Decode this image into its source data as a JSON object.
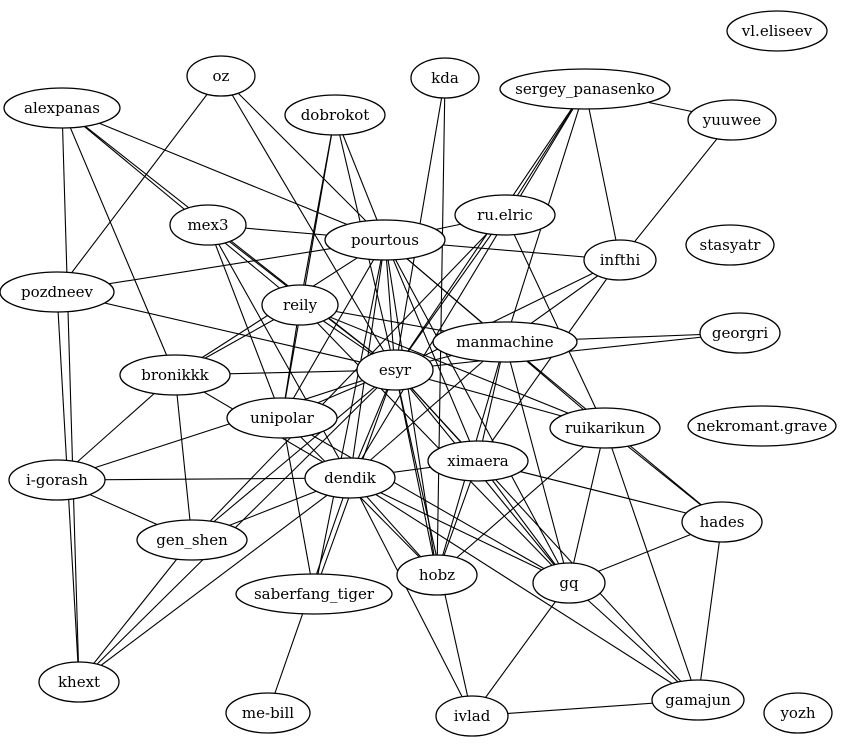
{
  "graph": {
    "nodes": [
      {
        "id": "vl.eliseev",
        "label": "vl.eliseev"
      },
      {
        "id": "oz",
        "label": "oz"
      },
      {
        "id": "kda",
        "label": "kda"
      },
      {
        "id": "sergey_panasenko",
        "label": "sergey_panasenko"
      },
      {
        "id": "alexpanas",
        "label": "alexpanas"
      },
      {
        "id": "dobrokot",
        "label": "dobrokot"
      },
      {
        "id": "yuuwee",
        "label": "yuuwee"
      },
      {
        "id": "ru.elric",
        "label": "ru.elric"
      },
      {
        "id": "mex3",
        "label": "mex3"
      },
      {
        "id": "pourtous",
        "label": "pourtous"
      },
      {
        "id": "stasyatr",
        "label": "stasyatr"
      },
      {
        "id": "infthi",
        "label": "infthi"
      },
      {
        "id": "pozdneev",
        "label": "pozdneev"
      },
      {
        "id": "reily",
        "label": "reily"
      },
      {
        "id": "georgri",
        "label": "georgri"
      },
      {
        "id": "manmachine",
        "label": "manmachine"
      },
      {
        "id": "bronikkk",
        "label": "bronikkk"
      },
      {
        "id": "esyr",
        "label": "esyr"
      },
      {
        "id": "unipolar",
        "label": "unipolar"
      },
      {
        "id": "ruikarikun",
        "label": "ruikarikun"
      },
      {
        "id": "nekromant.grave",
        "label": "nekromant.grave"
      },
      {
        "id": "i-gorash",
        "label": "i-gorash"
      },
      {
        "id": "dendik",
        "label": "dendik"
      },
      {
        "id": "ximaera",
        "label": "ximaera"
      },
      {
        "id": "hades",
        "label": "hades"
      },
      {
        "id": "gen_shen",
        "label": "gen_shen"
      },
      {
        "id": "hobz",
        "label": "hobz"
      },
      {
        "id": "gq",
        "label": "gq"
      },
      {
        "id": "saberfang_tiger",
        "label": "saberfang_tiger"
      },
      {
        "id": "khext",
        "label": "khext"
      },
      {
        "id": "gamajun",
        "label": "gamajun"
      },
      {
        "id": "me-bill",
        "label": "me-bill"
      },
      {
        "id": "ivlad",
        "label": "ivlad"
      },
      {
        "id": "yozh",
        "label": "yozh"
      }
    ],
    "edges": [
      [
        "oz",
        "pourtous"
      ],
      [
        "oz",
        "esyr"
      ],
      [
        "oz",
        "pozdneev"
      ],
      [
        "alexpanas",
        "pourtous"
      ],
      [
        "alexpanas",
        "esyr"
      ],
      [
        "alexpanas",
        "reily"
      ],
      [
        "alexpanas",
        "bronikkk"
      ],
      [
        "alexpanas",
        "khext"
      ],
      [
        "dobrokot",
        "pourtous"
      ],
      [
        "dobrokot",
        "esyr"
      ],
      [
        "dobrokot",
        "reily"
      ],
      [
        "dobrokot",
        "unipolar"
      ],
      [
        "kda",
        "esyr"
      ],
      [
        "kda",
        "hobz"
      ],
      [
        "sergey_panasenko",
        "yuuwee"
      ],
      [
        "sergey_panasenko",
        "ru.elric"
      ],
      [
        "sergey_panasenko",
        "esyr"
      ],
      [
        "sergey_panasenko",
        "manmachine"
      ],
      [
        "sergey_panasenko",
        "infthi"
      ],
      [
        "sergey_panasenko",
        "dendik"
      ],
      [
        "yuuwee",
        "infthi"
      ],
      [
        "mex3",
        "pourtous"
      ],
      [
        "mex3",
        "esyr"
      ],
      [
        "mex3",
        "unipolar"
      ],
      [
        "mex3",
        "dendik"
      ],
      [
        "ru.elric",
        "pourtous"
      ],
      [
        "ru.elric",
        "esyr"
      ],
      [
        "ru.elric",
        "ruikarikun"
      ],
      [
        "ru.elric",
        "gen_shen"
      ],
      [
        "pourtous",
        "infthi"
      ],
      [
        "pourtous",
        "pozdneev"
      ],
      [
        "pourtous",
        "bronikkk"
      ],
      [
        "pourtous",
        "unipolar"
      ],
      [
        "pourtous",
        "esyr"
      ],
      [
        "pourtous",
        "dendik"
      ],
      [
        "pourtous",
        "ximaera"
      ],
      [
        "pourtous",
        "hobz"
      ],
      [
        "pourtous",
        "gq"
      ],
      [
        "pourtous",
        "ruikarikun"
      ],
      [
        "pourtous",
        "saberfang_tiger"
      ],
      [
        "pourtous",
        "manmachine"
      ],
      [
        "infthi",
        "esyr"
      ],
      [
        "infthi",
        "ximaera"
      ],
      [
        "infthi",
        "manmachine"
      ],
      [
        "pozdneev",
        "esyr"
      ],
      [
        "pozdneev",
        "khext"
      ],
      [
        "reily",
        "manmachine"
      ],
      [
        "reily",
        "bronikkk"
      ],
      [
        "reily",
        "esyr"
      ],
      [
        "reily",
        "unipolar"
      ],
      [
        "reily",
        "gq"
      ],
      [
        "reily",
        "ruikarikun"
      ],
      [
        "georgri",
        "manmachine"
      ],
      [
        "georgri",
        "esyr"
      ],
      [
        "manmachine",
        "esyr"
      ],
      [
        "manmachine",
        "dendik"
      ],
      [
        "manmachine",
        "ximaera"
      ],
      [
        "manmachine",
        "gq"
      ],
      [
        "manmachine",
        "hades"
      ],
      [
        "manmachine",
        "hobz"
      ],
      [
        "bronikkk",
        "esyr"
      ],
      [
        "bronikkk",
        "i-gorash"
      ],
      [
        "bronikkk",
        "gen_shen"
      ],
      [
        "bronikkk",
        "dendik"
      ],
      [
        "esyr",
        "unipolar"
      ],
      [
        "esyr",
        "ruikarikun"
      ],
      [
        "esyr",
        "ximaera"
      ],
      [
        "esyr",
        "dendik"
      ],
      [
        "esyr",
        "hobz"
      ],
      [
        "esyr",
        "gq"
      ],
      [
        "esyr",
        "i-gorash"
      ],
      [
        "esyr",
        "gen_shen"
      ],
      [
        "esyr",
        "khext"
      ],
      [
        "esyr",
        "ivlad"
      ],
      [
        "esyr",
        "saberfang_tiger"
      ],
      [
        "esyr",
        "gamajun"
      ],
      [
        "unipolar",
        "saberfang_tiger"
      ],
      [
        "unipolar",
        "gq"
      ],
      [
        "unipolar",
        "hobz"
      ],
      [
        "ruikarikun",
        "hades"
      ],
      [
        "ruikarikun",
        "gq"
      ],
      [
        "ruikarikun",
        "gamajun"
      ],
      [
        "ruikarikun",
        "hobz"
      ],
      [
        "i-gorash",
        "dendik"
      ],
      [
        "i-gorash",
        "gen_shen"
      ],
      [
        "dendik",
        "ximaera"
      ],
      [
        "dendik",
        "hobz"
      ],
      [
        "dendik",
        "gq"
      ],
      [
        "dendik",
        "gamajun"
      ],
      [
        "dendik",
        "ivlad"
      ],
      [
        "dendik",
        "gen_shen"
      ],
      [
        "dendik",
        "khext"
      ],
      [
        "dendik",
        "me-bill"
      ],
      [
        "ximaera",
        "hades"
      ],
      [
        "ximaera",
        "gq"
      ],
      [
        "ximaera",
        "hobz"
      ],
      [
        "hades",
        "gq"
      ],
      [
        "hades",
        "gamajun"
      ],
      [
        "gen_shen",
        "khext"
      ],
      [
        "gq",
        "gamajun"
      ],
      [
        "gq",
        "ivlad"
      ],
      [
        "ivlad",
        "gamajun"
      ]
    ]
  }
}
